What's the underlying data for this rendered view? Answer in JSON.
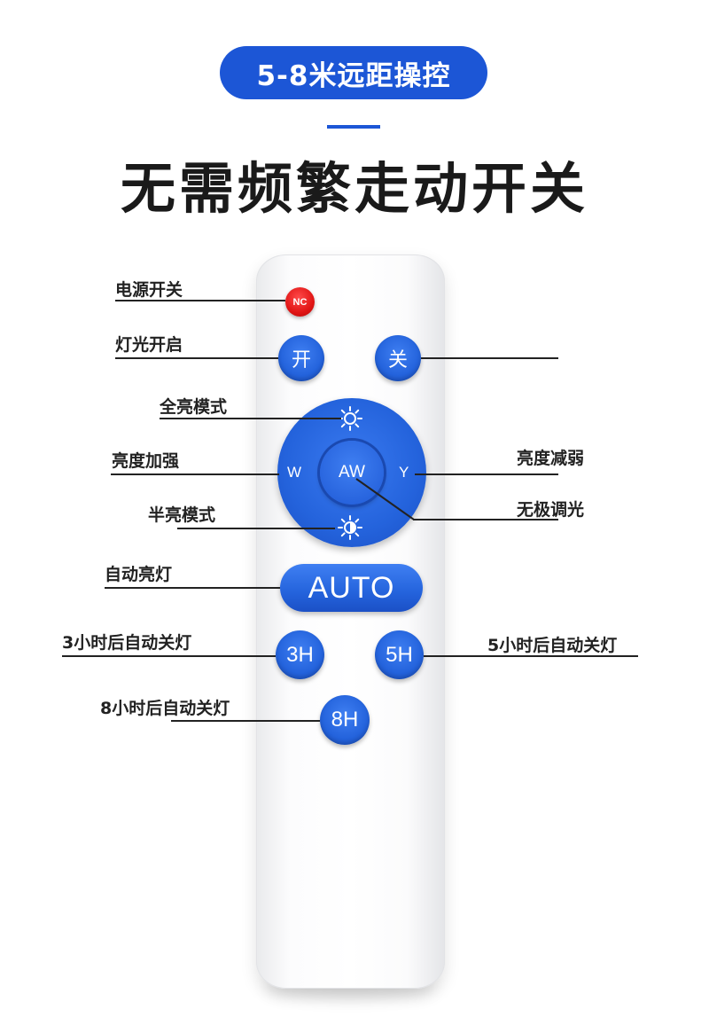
{
  "header": {
    "pill": "5-8米远距操控",
    "title": "无需频繁走动开关"
  },
  "remote": {
    "nc": "NC",
    "on": "开",
    "off": "关",
    "w": "W",
    "aw": "AW",
    "y": "Y",
    "auto": "AUTO",
    "h3": "3H",
    "h5": "5H",
    "h8": "8H"
  },
  "labels": {
    "power": "电源开关",
    "light_on": "灯光开启",
    "full_bright": "全亮模式",
    "bright_up": "亮度加强",
    "half_bright": "半亮模式",
    "bright_down": "亮度减弱",
    "stepless": "无极调光",
    "auto_light": "自动亮灯",
    "off_3h": "3小时后自动关灯",
    "off_5h": "5小时后自动关灯",
    "off_8h": "8小时后自动关灯"
  },
  "colors": {
    "accent": "#1c56d6",
    "nc_red": "#e11515"
  },
  "icons": [
    "sun-icon",
    "half-sun-icon"
  ]
}
